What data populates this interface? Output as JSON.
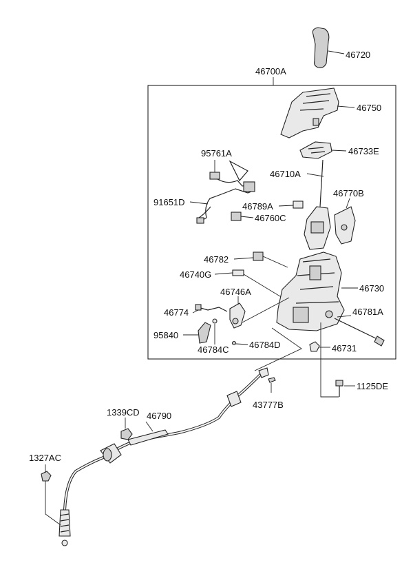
{
  "diagram": {
    "assembly_label": "46700A",
    "labels": {
      "p46720": "46720",
      "p46750": "46750",
      "p95761A": "95761A",
      "p46733E": "46733E",
      "p46710A": "46710A",
      "p46770B": "46770B",
      "p91651D": "91651D",
      "p46789A": "46789A",
      "p46760C": "46760C",
      "p46782": "46782",
      "p46740G": "46740G",
      "p46730": "46730",
      "p46746A": "46746A",
      "p46774": "46774",
      "p46781A": "46781A",
      "p95840": "95840",
      "p46784C": "46784C",
      "p46784D": "46784D",
      "p46731": "46731",
      "p1125DE": "1125DE",
      "p43777B": "43777B",
      "p1339CD": "1339CD",
      "p46790": "46790",
      "p1327AC": "1327AC"
    }
  }
}
